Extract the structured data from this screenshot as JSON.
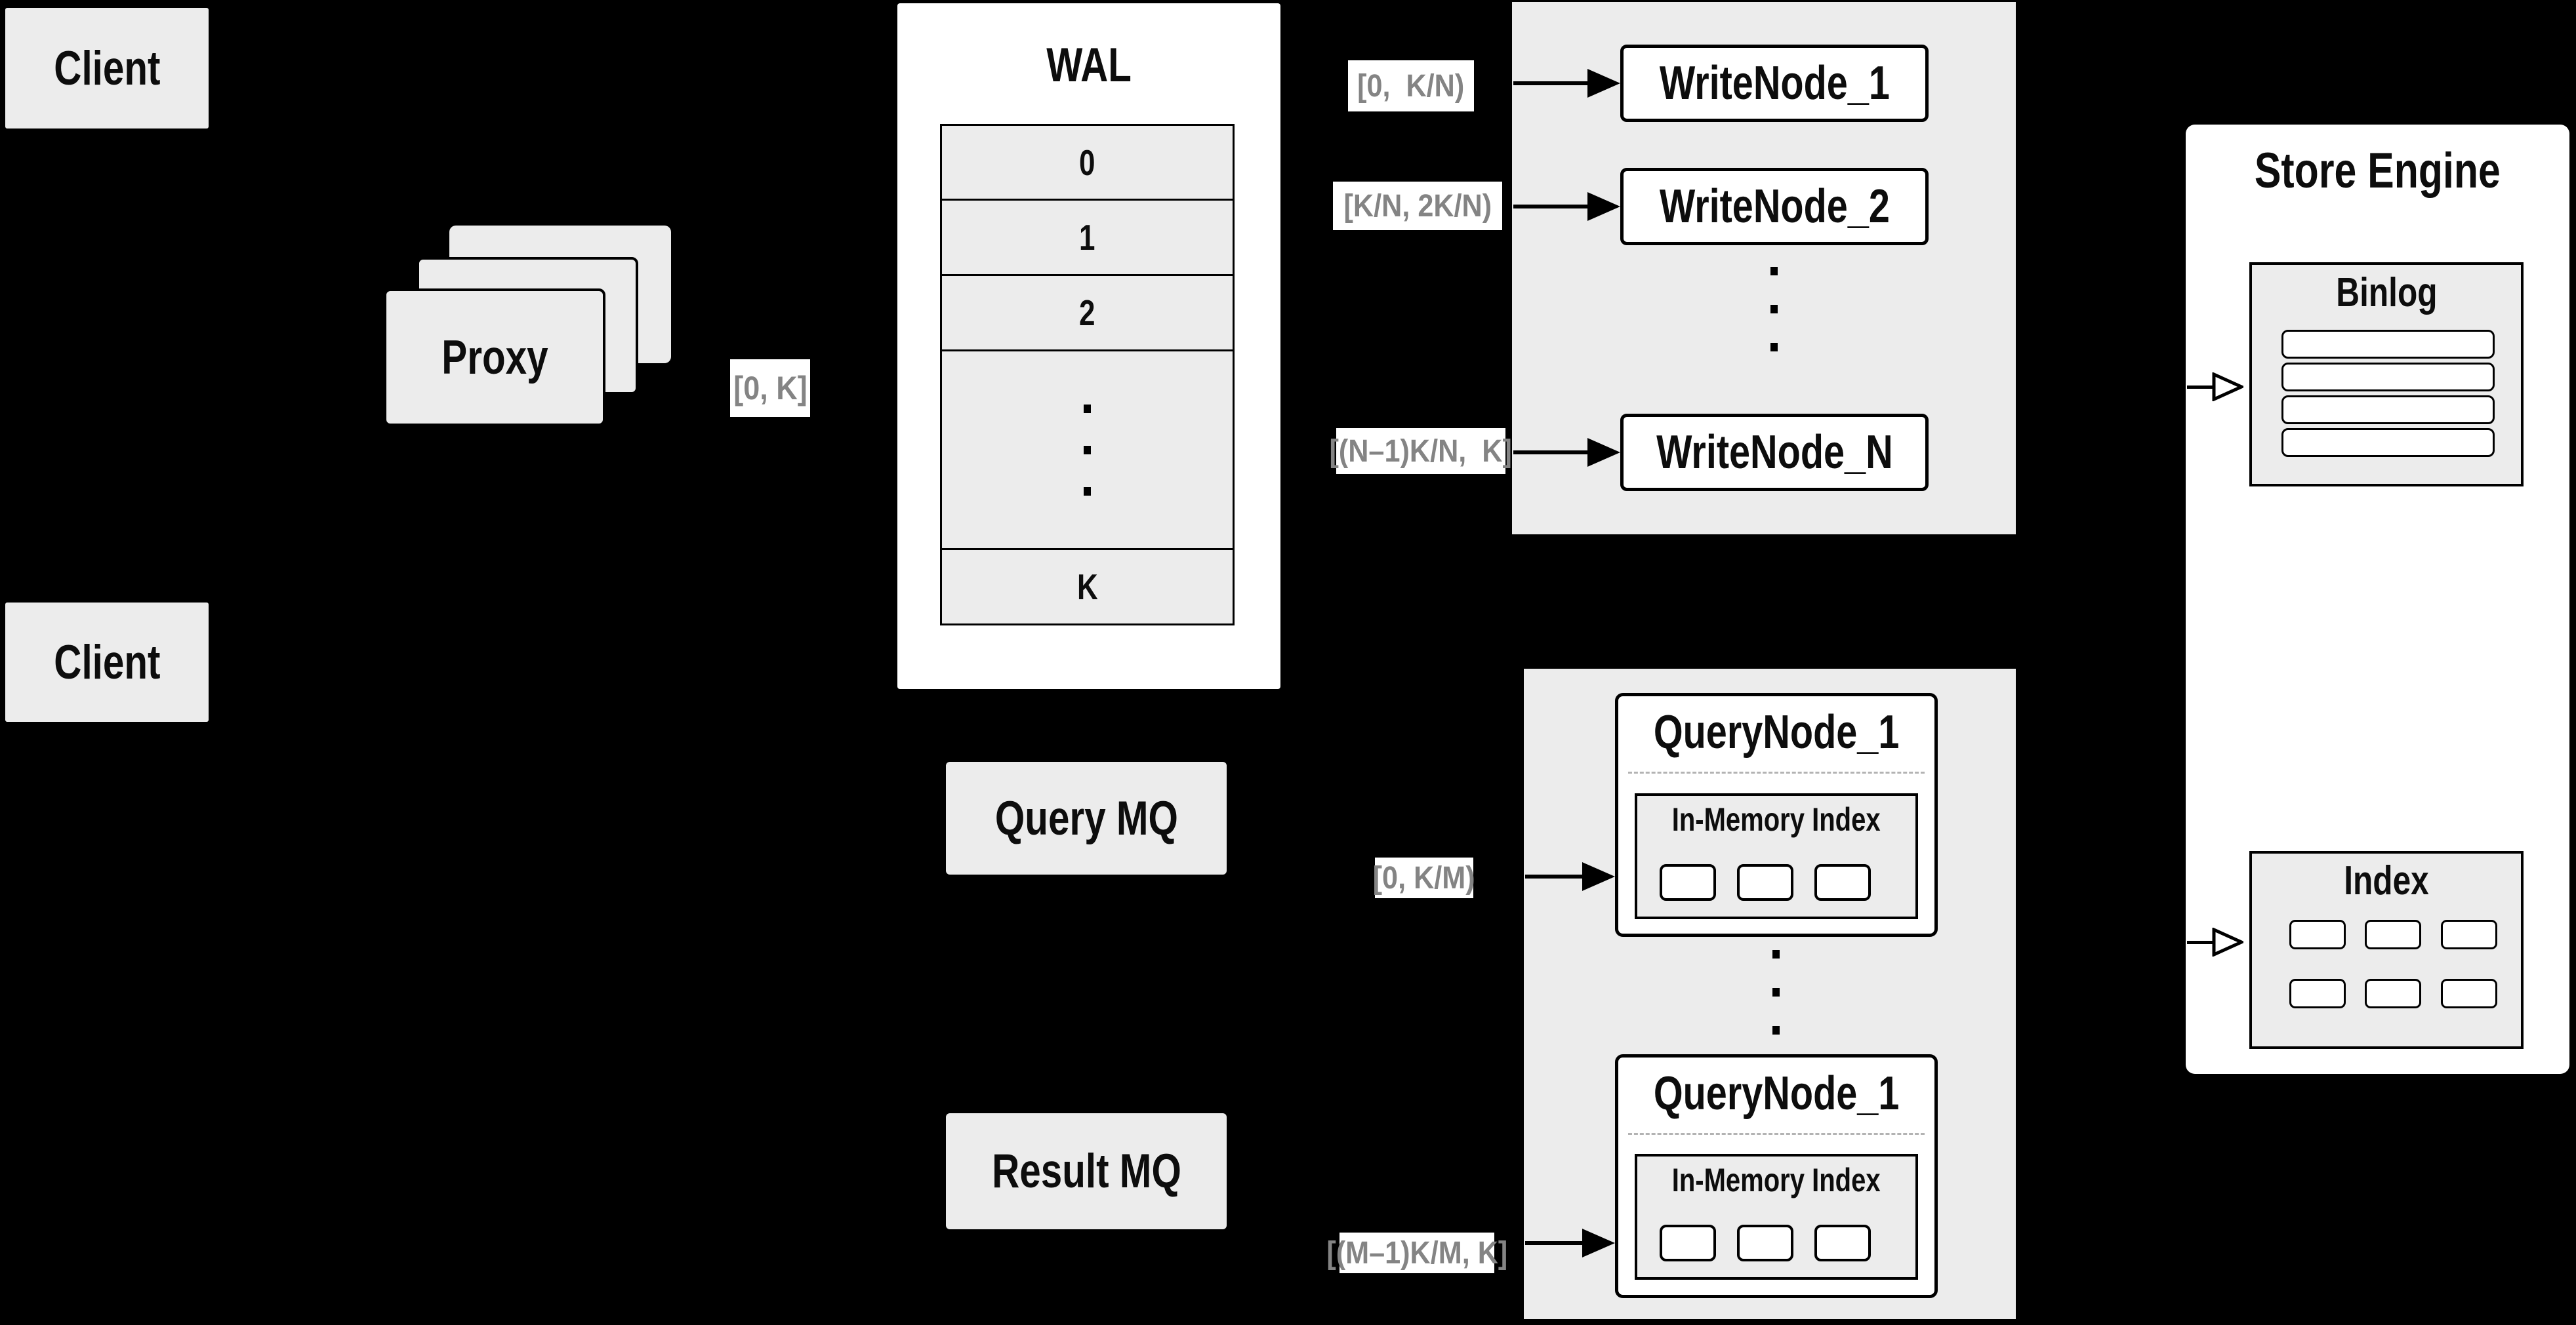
{
  "clients": {
    "top": "Client",
    "bottom": "Client"
  },
  "proxy": {
    "label": "Proxy",
    "range_label": "[0, K]"
  },
  "wal": {
    "title": "WAL",
    "rows": [
      "0",
      "1",
      "2",
      "K"
    ]
  },
  "write_section": {
    "labels": [
      "[0,  K/N)",
      "[K/N, 2K/N)",
      "[(N–1)K/N,  K]"
    ],
    "nodes": [
      "WriteNode_1",
      "WriteNode_2",
      "WriteNode_N"
    ]
  },
  "store_engine": {
    "title": "Store Engine",
    "binlog_title": "Binlog",
    "index_title": "Index"
  },
  "mq": {
    "query": "Query MQ",
    "result": "Result MQ"
  },
  "query_section": {
    "labels": [
      "[0, K/M)",
      "[(M–1)K/M, K]"
    ],
    "node1": {
      "title": "QueryNode_1",
      "mem_index": "In-Memory Index"
    },
    "node2": {
      "title": "QueryNode_1",
      "mem_index": "In-Memory Index"
    }
  },
  "colors": {
    "background": "#000000",
    "panel_gray": "#ececec",
    "box_white": "#ffffff",
    "line_black": "#000000",
    "label_text_gray": "#848484"
  }
}
